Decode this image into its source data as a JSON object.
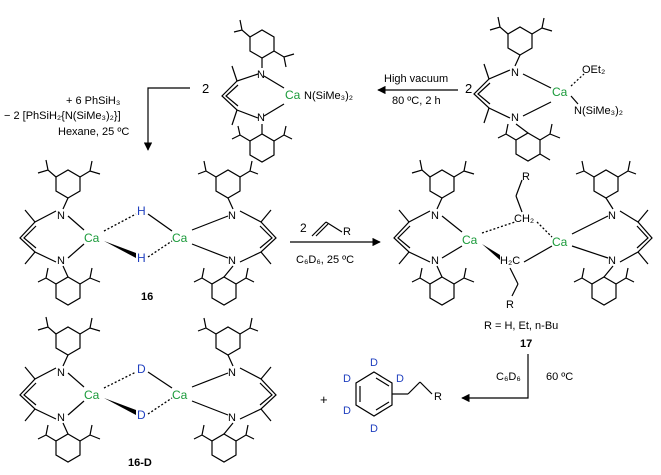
{
  "scheme": {
    "top_left": {
      "coefficient": "2",
      "metal": "Ca",
      "ligand": "N(SiMe₃)₂"
    },
    "top_right": {
      "coefficient": "2",
      "metal": "Ca",
      "ligand_top": "OEt₂",
      "ligand_bottom": "N(SiMe₃)₂"
    },
    "arrow_top": {
      "label_above": "High vacuum",
      "label_below": "80 ºC, 2 h"
    },
    "arrow_left": {
      "line1": "+ 6 PhSiH₃",
      "line2": "− 2 [PhSiH₂{N(SiMe₃)₂}]",
      "line3": "Hexane, 25 ºC"
    },
    "compound16": {
      "metal_left": "Ca",
      "metal_right": "Ca",
      "bridge_top": "H",
      "bridge_bottom": "H",
      "label": "16"
    },
    "arrow_middle": {
      "coefficient": "2",
      "substituent": "R",
      "conditions": "C₆D₆, 25 ºC"
    },
    "compound17": {
      "metal_left": "Ca",
      "metal_right": "Ca",
      "ch2_top": "CH₂",
      "ch2_bottom": "H₂C",
      "r_top": "R",
      "r_bottom": "R",
      "r_definition": "R = H, Et, n-Bu",
      "label": "17"
    },
    "arrow_bottom": {
      "solvent": "C₆D₆",
      "temperature": "60 ºC"
    },
    "compound16D": {
      "metal_left": "Ca",
      "metal_right": "Ca",
      "bridge_top": "D",
      "bridge_bottom": "D",
      "label": "16-D"
    },
    "product": {
      "plus": "+",
      "deuterium": "D",
      "substituent": "R"
    }
  }
}
